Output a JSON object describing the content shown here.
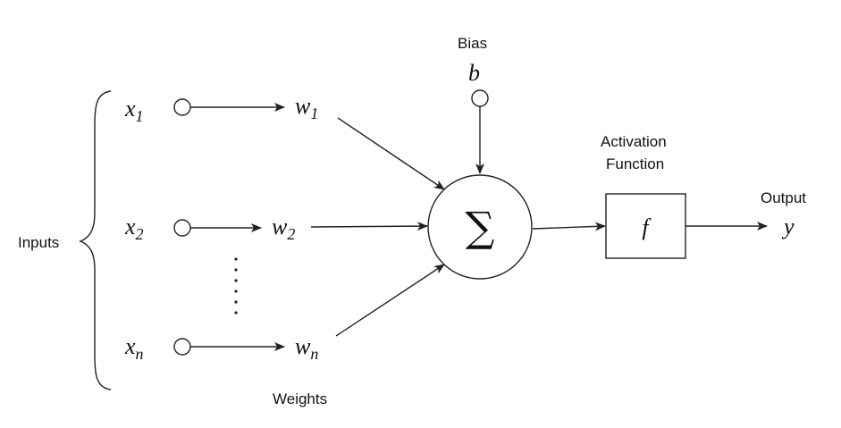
{
  "labels": {
    "inputs": "Inputs",
    "weights": "Weights",
    "bias": "Bias",
    "activation_line1": "Activation",
    "activation_line2": "Function",
    "output": "Output"
  },
  "symbols": {
    "x": "x",
    "w": "w",
    "x_subs": [
      "1",
      "2",
      "n"
    ],
    "w_subs": [
      "1",
      "2",
      "n"
    ],
    "bias": "b",
    "sum": "∑",
    "activation": "f",
    "output": "y",
    "ellipsis": "⋮"
  }
}
